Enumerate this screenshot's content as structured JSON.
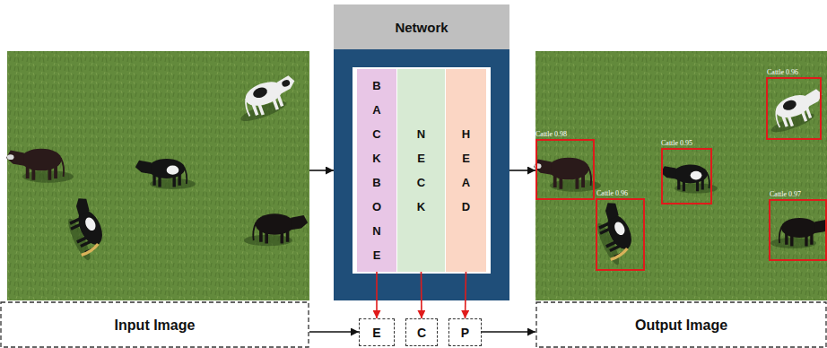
{
  "diagram": {
    "nodes": [
      {
        "text": [
          "Input Image"
        ]
      },
      {
        "text": [
          "Network"
        ]
      },
      {
        "text": [
          "BACKBONE"
        ],
        "in": 1
      },
      {
        "text": [
          "NECK"
        ],
        "in": 1
      },
      {
        "text": [
          "HEAD"
        ],
        "in": 1
      },
      {
        "text": [
          "E"
        ]
      },
      {
        "text": [
          "C"
        ]
      },
      {
        "text": [
          "P"
        ]
      },
      {
        "text": [
          "Output Image"
        ]
      }
    ],
    "edges": [
      {
        "from": 0,
        "to": 1,
        "arrow": "to"
      },
      {
        "from": 1,
        "to": 8,
        "arrow": "to"
      },
      {
        "from": 2,
        "to": 5,
        "arrow": "to"
      },
      {
        "from": 3,
        "to": 6,
        "arrow": "to"
      },
      {
        "from": 4,
        "to": 7,
        "arrow": "to"
      },
      {
        "from": 0,
        "to": 5,
        "arrow": "to"
      },
      {
        "from": 7,
        "to": 8,
        "arrow": "to"
      }
    ],
    "labels": [
      "Cattle 0.98",
      "Cattle 0.96",
      "Cattle 0.95",
      "Cattle 0.96",
      "Cattle 0.97"
    ]
  }
}
